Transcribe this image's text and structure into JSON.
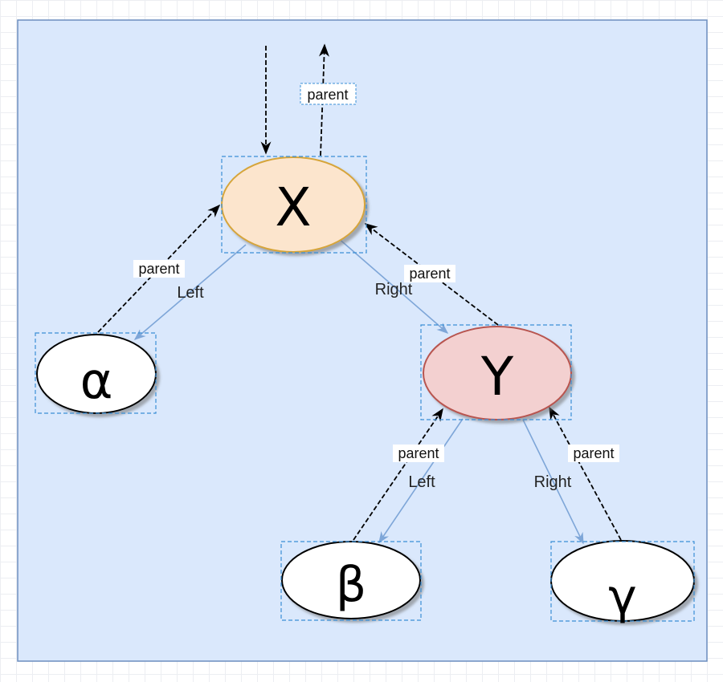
{
  "colors": {
    "canvas_fill": "#dae8fc",
    "canvas_border": "#6c8ebf",
    "selection_dash": "#3a8fd6",
    "x_fill": "#fce5cd",
    "x_stroke": "#d6a53a",
    "y_fill": "#f3d0d0",
    "y_stroke": "#b85450",
    "leaf_fill": "#ffffff",
    "leaf_stroke": "#000000",
    "child_edge": "#7ea6d8",
    "parent_edge": "#000000"
  },
  "nodes": {
    "x": {
      "label": "X"
    },
    "y": {
      "label": "Y"
    },
    "alpha": {
      "label": "α"
    },
    "beta": {
      "label": "β"
    },
    "gamma": {
      "label": "γ"
    }
  },
  "edges": {
    "x_alpha_left": "Left",
    "x_y_right": "Right",
    "y_beta_left": "Left",
    "y_gamma_right": "Right",
    "parent_top": "parent",
    "parent_alpha_x": "parent",
    "parent_y_x": "parent",
    "parent_beta_y": "parent",
    "parent_gamma_y": "parent"
  }
}
